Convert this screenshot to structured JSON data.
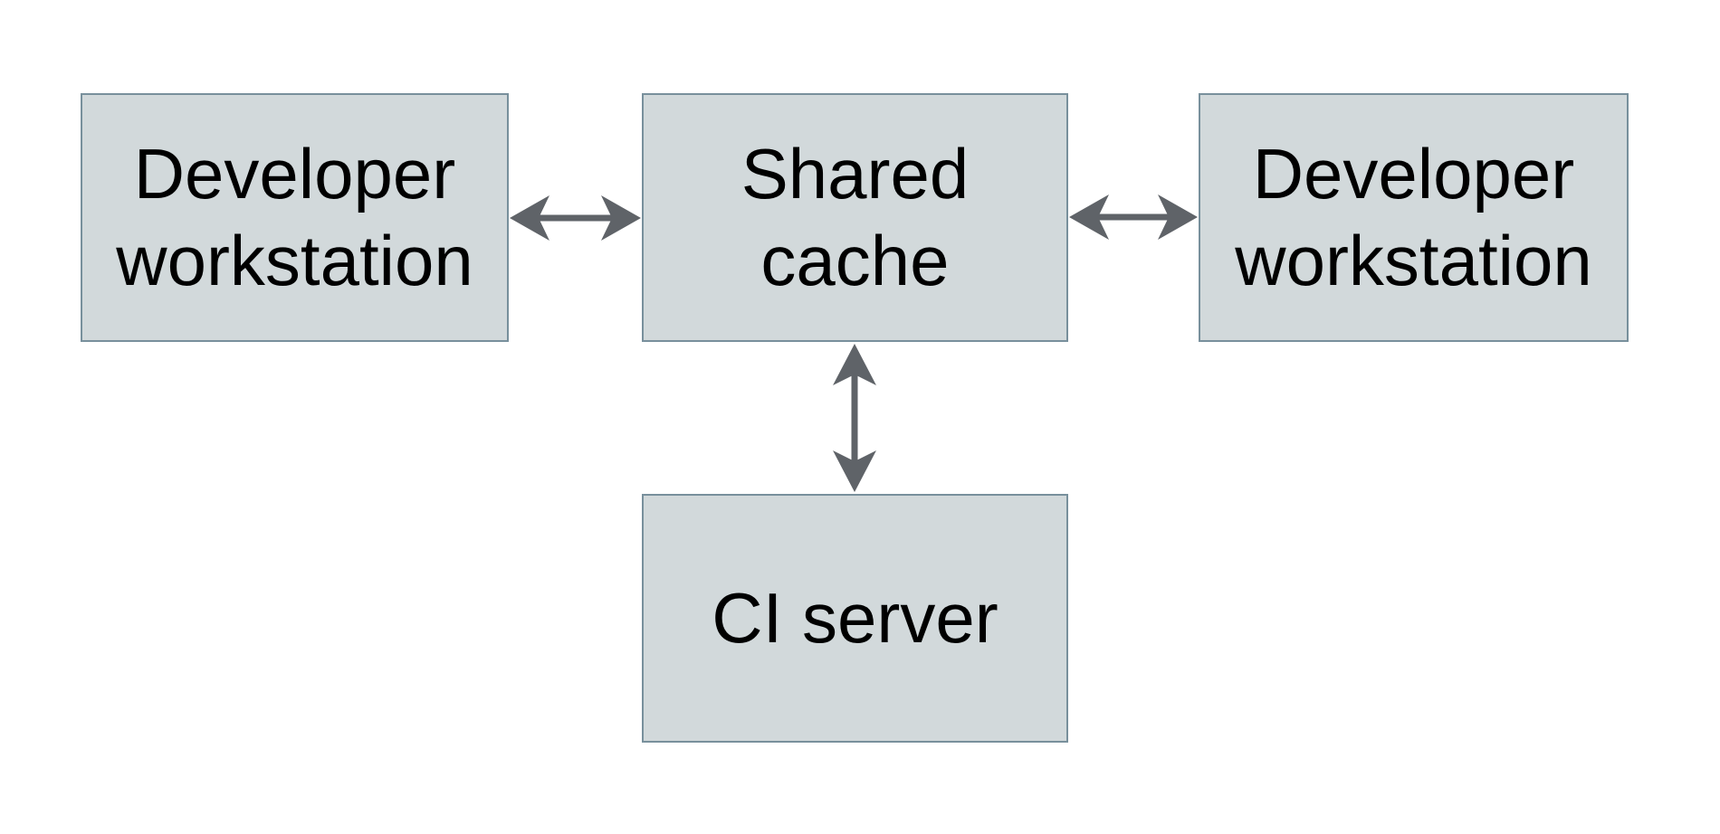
{
  "colors": {
    "background": "#ffffff",
    "node_fill": "#d2d9db",
    "node_border": "#78909c",
    "arrow": "#5f6368",
    "text": "#000000"
  },
  "nodes": [
    {
      "id": "developer-workstation-left",
      "label": "Developer workstation"
    },
    {
      "id": "shared-cache",
      "label": "Shared cache"
    },
    {
      "id": "developer-workstation-right",
      "label": "Developer workstation"
    },
    {
      "id": "ci-server",
      "label": "CI server"
    }
  ],
  "edges": [
    {
      "from": "developer-workstation-left",
      "to": "shared-cache",
      "direction": "bidirectional"
    },
    {
      "from": "shared-cache",
      "to": "developer-workstation-right",
      "direction": "bidirectional"
    },
    {
      "from": "shared-cache",
      "to": "ci-server",
      "direction": "bidirectional"
    }
  ]
}
